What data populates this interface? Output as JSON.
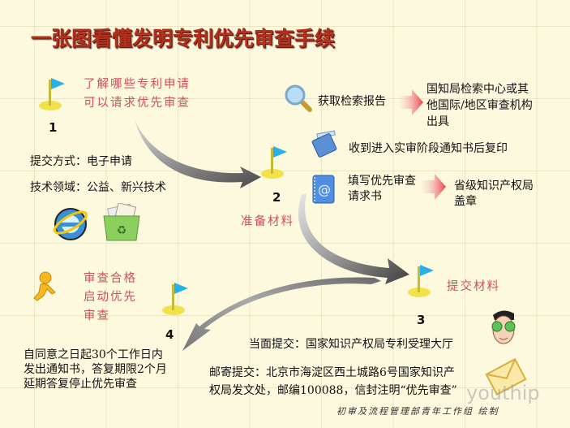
{
  "title": "一张图看懂发明专利优先审查手续",
  "steps": [
    {
      "number": "1",
      "caption_lines": [
        "了解哪些专利申请",
        "可以请求优先审查"
      ],
      "details": [
        "提交方式：电子申请",
        "技术领域：公益、新兴技术"
      ],
      "icons": [
        "internet-explorer-icon",
        "recycle-bin-icon"
      ]
    },
    {
      "number": "2",
      "caption": "准备材料",
      "items": [
        {
          "icon": "magnifier-icon",
          "label": "获取检索报告",
          "result_lines": [
            "国知局检索中心或其",
            "他国际/地区审查机构",
            "出具"
          ]
        },
        {
          "icon": "notebook-icon",
          "label": "收到进入实审阶段通知书后复印"
        },
        {
          "icon": "address-book-icon",
          "label_lines": [
            "填写优先审查",
            "请求书"
          ],
          "result_lines": [
            "省级知识产权局",
            "盖章"
          ]
        }
      ]
    },
    {
      "number": "3",
      "caption": "提交材料",
      "details": {
        "in_person": "当面提交：国家知识产权局专利受理大厅",
        "mail_lines": [
          "邮寄提交：北京市海淀区西土城路6号国家知识产",
          "权局发文处，邮编100088，信封注明“优先审查”"
        ]
      },
      "icons": [
        "cartoon-man-icon",
        "envelope-icon"
      ]
    },
    {
      "number": "4",
      "caption_lines": [
        "审查合格",
        "启动优先",
        "审查"
      ],
      "details": [
        "自同意之日起30个工作日内",
        "发出通知书，答复期限2个月",
        "延期答复停止优先审查"
      ],
      "icons": [
        "running-person-icon"
      ]
    }
  ],
  "footer": {
    "credit": "初审及流程管理部青年工作组  绘制",
    "watermark": "youthip"
  },
  "colors": {
    "background": "#fcf9de",
    "title": "#b2301c",
    "caption": "#d05058",
    "flag": "#2ab0e8",
    "flag_base": "#f2e24a",
    "arrow": "#7a7a7a"
  }
}
